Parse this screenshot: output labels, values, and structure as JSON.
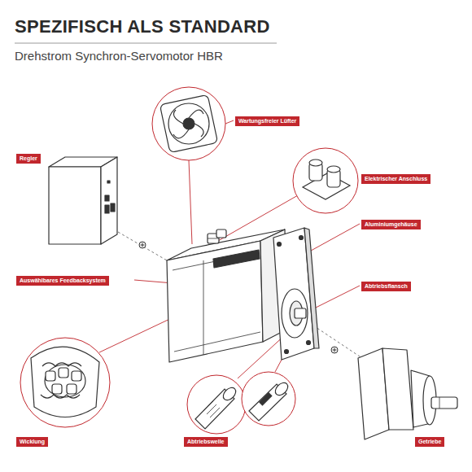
{
  "diagram": {
    "title": "SPEZIFISCH ALS STANDARD",
    "nodes": [
      {
        "text": [
          "Wartungsfreier Lüfter"
        ]
      },
      {
        "text": [
          "Regler"
        ]
      },
      {
        "text": [
          "Elektrischer Anschluss"
        ]
      },
      {
        "text": [
          "Aluminiumgehäuse"
        ]
      },
      {
        "text": [
          "Auswählbares Feedbacksystem"
        ]
      },
      {
        "text": [
          "Abtriebsflansch"
        ]
      },
      {
        "text": [
          "Wicklung"
        ]
      },
      {
        "text": [
          "Abtriebswelle"
        ]
      },
      {
        "text": [
          "Getriebe"
        ]
      }
    ],
    "labels": [
      "Drehstrom Synchron-Servomotor HBR"
    ]
  }
}
